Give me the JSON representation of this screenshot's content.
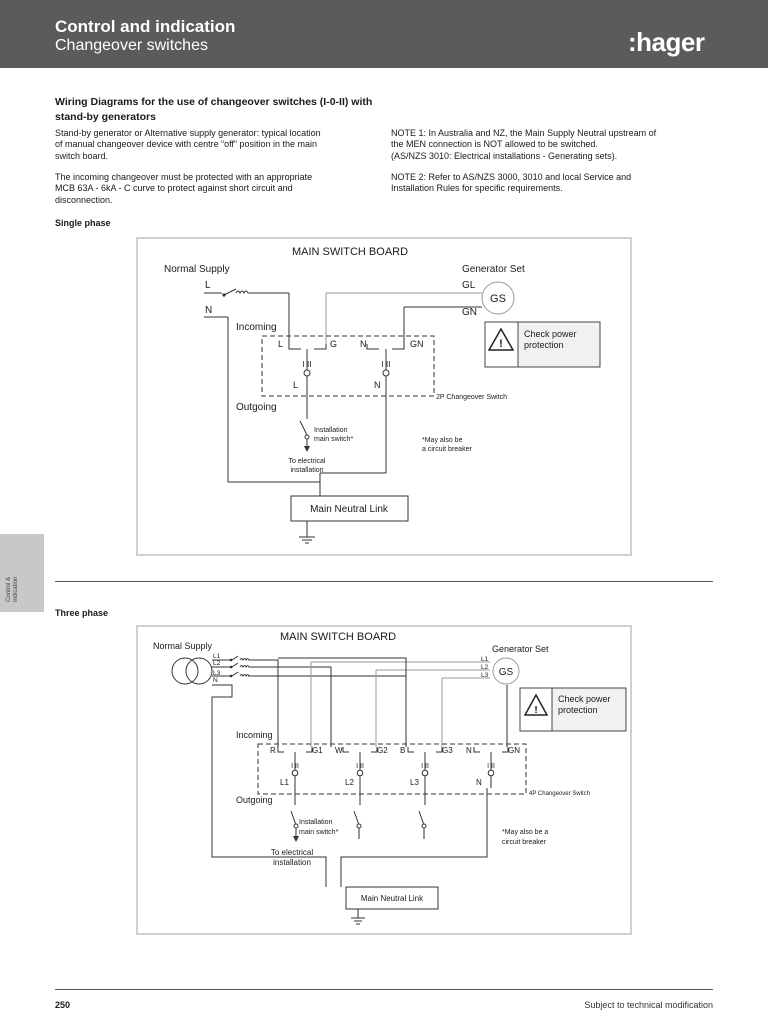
{
  "header": {
    "title": "Control and indication",
    "subtitle": "Changeover switches",
    "logo": ":hager"
  },
  "intro": {
    "heading": "Wiring Diagrams for the use of changeover switches (I-0-II) with stand-by generators",
    "left_para1": [
      "Stand-by generator or Alternative supply generator: typical location",
      "of manual changeover device with centre “off” position in the main",
      "switch board."
    ],
    "left_para2": [
      "The incoming changeover must be protected with an appropriate",
      "MCB 63A - 6kA - C curve to protect against short circuit and",
      "disconnection."
    ],
    "note1": [
      "NOTE 1: In Australia and NZ, the Main Supply Neutral upstream of",
      "the MEN connection is NOT allowed to be switched.",
      "(AS/NZS 3010: Electrical installations - Generating sets)."
    ],
    "note2": [
      "NOTE 2: Refer to AS/NZS 3000, 3010 and local Service and",
      "Installation Rules for specific requirements."
    ]
  },
  "side_tab": {
    "line1": "Control &",
    "line2": "indication"
  },
  "single_phase": {
    "label": "Single phase",
    "board_title": "MAIN SWITCH BOARD",
    "normal_supply": "Normal Supply",
    "generator_set": "Generator Set",
    "gen_symbol": "GS",
    "line_L": "L",
    "line_N": "N",
    "line_GL": "GL",
    "line_GN": "GN",
    "incoming": "Incoming",
    "outgoing": "Outgoing",
    "pole1_left": "L",
    "pole1_right": "G",
    "pole2_left": "N",
    "pole2_right": "GN",
    "pos_mark": "I II",
    "out1": "L",
    "out2": "N",
    "switch_name": "2P Changeover Switch",
    "warning": [
      "Check power",
      "protection"
    ],
    "main_switch": [
      "Installation",
      "main switch*"
    ],
    "breaker_note": [
      "*May also be",
      "a circuit breaker"
    ],
    "to_install": [
      "To electrical",
      "installation"
    ],
    "neutral_link": "Main Neutral Link"
  },
  "three_phase": {
    "label": "Three phase",
    "board_title": "MAIN SWITCH BOARD",
    "normal_supply": "Normal Supply",
    "generator_set": "Generator Set",
    "gen_symbol": "GS",
    "supply_lines": [
      "L1",
      "L2",
      "L3",
      "N"
    ],
    "gen_lines": [
      "L1",
      "L2",
      "L3"
    ],
    "incoming": "Incoming",
    "outgoing": "Outgoing",
    "poles": [
      {
        "left": "R",
        "right": "G1",
        "out": "L1"
      },
      {
        "left": "W",
        "right": "G2",
        "out": "L2"
      },
      {
        "left": "B",
        "right": "G3",
        "out": "L3"
      },
      {
        "left": "N",
        "right": "GN",
        "out": "N"
      }
    ],
    "pos_mark": "I II",
    "switch_name": "4P Changeover Switch",
    "warning": [
      "Check power",
      "protection"
    ],
    "main_switch": [
      "Installation",
      "main switch*"
    ],
    "breaker_note": [
      "*May also be a",
      "circuit breaker"
    ],
    "to_install": [
      "To electrical",
      "installation"
    ],
    "neutral_link": "Main Neutral Link"
  },
  "footer": {
    "page": "250",
    "note": "Subject to technical modification"
  }
}
